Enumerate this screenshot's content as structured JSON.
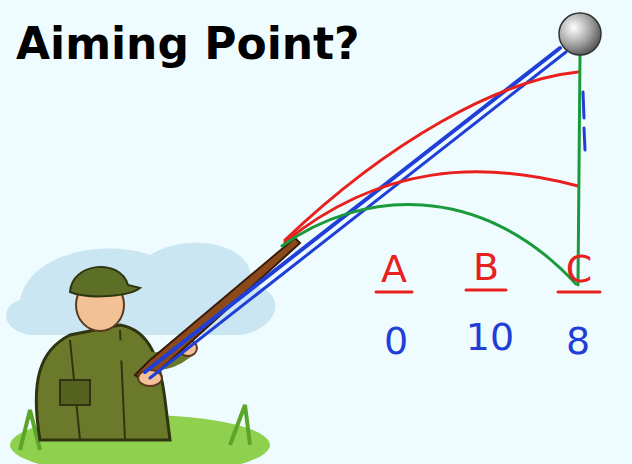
{
  "diagram": {
    "title": "Aiming Point?",
    "labels": [
      "A",
      "B",
      "C",
      "0",
      "10",
      "8"
    ]
  }
}
